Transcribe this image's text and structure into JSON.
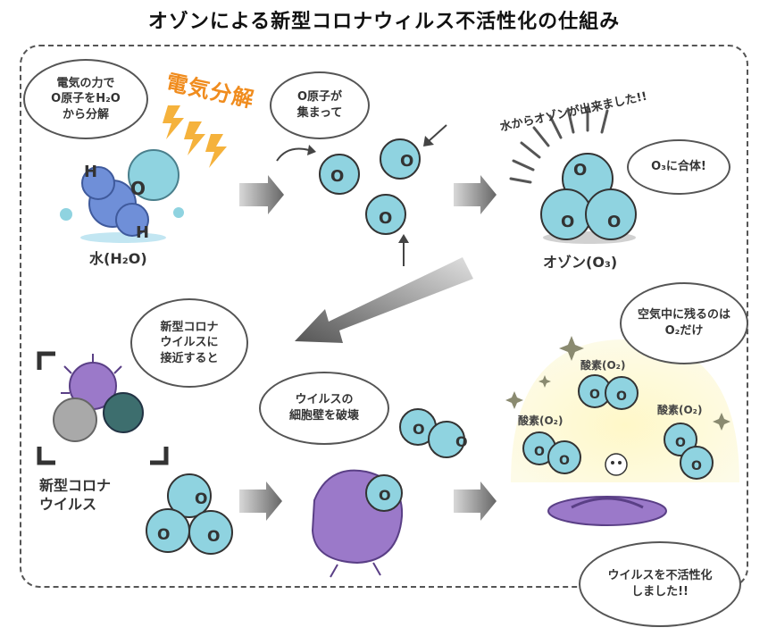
{
  "title": "オゾンによる新型コロナウィルス不活性化の仕組み",
  "steps": {
    "water": {
      "bubble": "電気の力で\nO原子をH₂O\nから分解",
      "electrolysis_label": "電気分解",
      "caption": "水(H₂O)"
    },
    "gather": {
      "bubble": "O原子が\n集まって"
    },
    "ozone": {
      "arc_text": "水からオゾンが出来ました!!",
      "bubble": "O₃に合体!",
      "caption": "オゾン(O₃)"
    },
    "approach": {
      "bubble": "新型コロナ\nウイルスに\n接近すると",
      "virus_caption": "新型コロナ\nウイルス"
    },
    "destroy": {
      "bubble": "ウイルスの\n細胞壁を破壊"
    },
    "result": {
      "bubble_top": "空気中に残るのは\nO₂だけ",
      "oxygen_label": "酸素(O₂)",
      "bubble_bottom": "ウイルスを不活性化\nしました!!"
    }
  },
  "atom_labels": {
    "oxygen": "O",
    "hydrogen": "H"
  },
  "colors": {
    "oxygen_atom": "#8fd3e0",
    "water": "#6f8fd8",
    "virus_purple": "#9b79c9",
    "virus_gray": "#a9a9a9",
    "virus_teal": "#3d6e6e",
    "electric": "#f08c1e",
    "glow": "#fbf3b8"
  },
  "icons": [
    "lightning-bolt-icon",
    "arrow-right-icon",
    "sparkle-icon",
    "skull-icon"
  ]
}
